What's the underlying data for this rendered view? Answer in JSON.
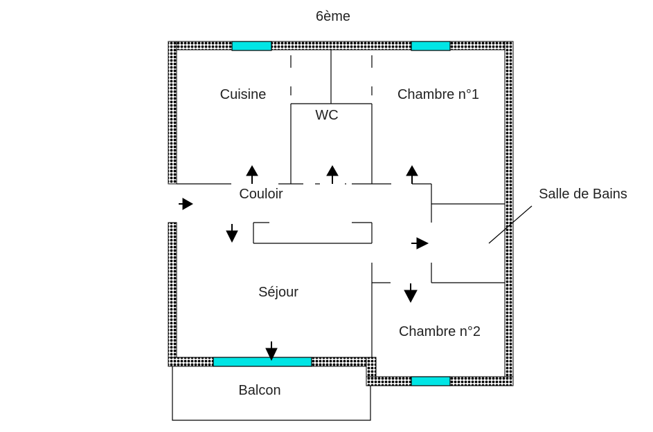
{
  "floor_label": "6ème",
  "rooms": {
    "cuisine": "Cuisine",
    "wc": "WC",
    "chambre1": "Chambre n°1",
    "couloir": "Couloir",
    "salle_de_bains": "Salle de Bains",
    "sejour": "Séjour",
    "chambre2": "Chambre n°2",
    "balcon": "Balcon"
  },
  "colors": {
    "window": "#00e5e5",
    "wall_pattern": "#000000",
    "text": "#222222"
  }
}
